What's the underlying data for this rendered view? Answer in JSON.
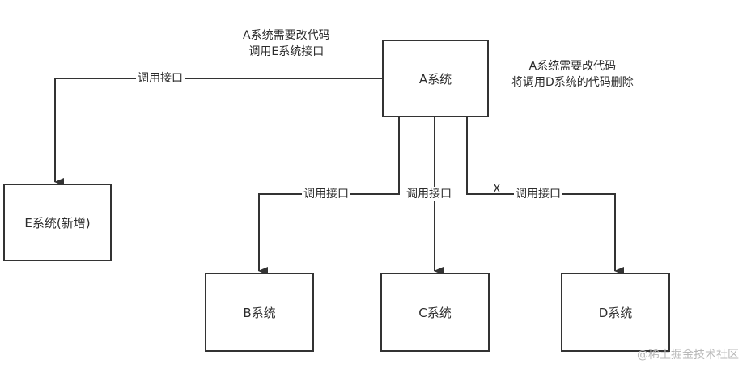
{
  "nodes": {
    "a": "A系统",
    "b": "B系统",
    "c": "C系统",
    "d": "D系统",
    "e": "E系统(新增)"
  },
  "edges": {
    "a_to_e": "调用接口",
    "a_to_b": "调用接口",
    "a_to_c": "调用接口",
    "a_to_d": "调用接口"
  },
  "notes": {
    "left_line1": "A系统需要改代码",
    "left_line2": "调用E系统接口",
    "right_line1": "A系统需要改代码",
    "right_line2": "将调用D系统的代码删除"
  },
  "removed_marker": "X",
  "watermark": "@稀土掘金技术社区"
}
